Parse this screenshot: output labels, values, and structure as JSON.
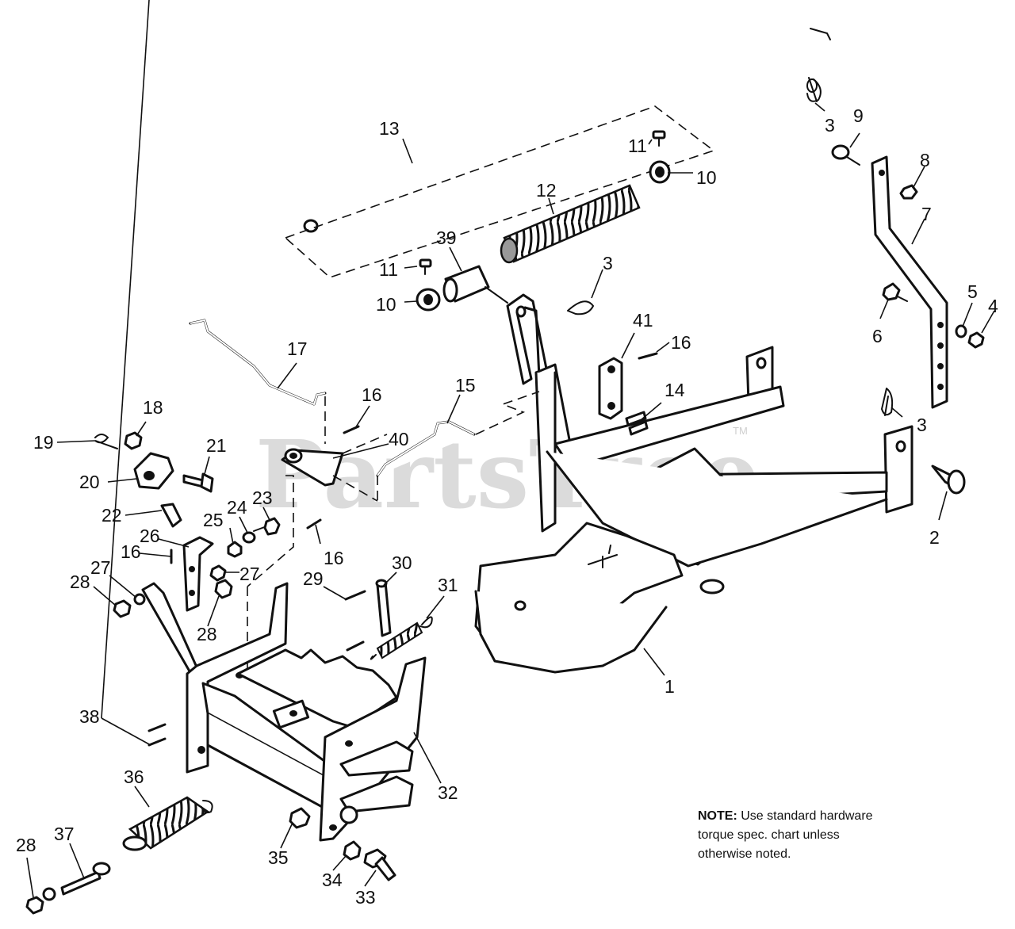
{
  "watermark": {
    "text": "PartsTree",
    "mark": "TM"
  },
  "note": {
    "label": "NOTE:",
    "line1": "Use standard hardware",
    "line2": "torque spec. chart unless",
    "line3": "otherwise noted."
  },
  "callouts": [
    {
      "id": "c1",
      "text": "1"
    },
    {
      "id": "c2",
      "text": "2"
    },
    {
      "id": "c3a",
      "text": "3"
    },
    {
      "id": "c3b",
      "text": "3"
    },
    {
      "id": "c3c",
      "text": "3"
    },
    {
      "id": "c4",
      "text": "4"
    },
    {
      "id": "c5",
      "text": "5"
    },
    {
      "id": "c6",
      "text": "6"
    },
    {
      "id": "c7",
      "text": "7"
    },
    {
      "id": "c8",
      "text": "8"
    },
    {
      "id": "c9",
      "text": "9"
    },
    {
      "id": "c10a",
      "text": "10"
    },
    {
      "id": "c10b",
      "text": "10"
    },
    {
      "id": "c11a",
      "text": "11"
    },
    {
      "id": "c11b",
      "text": "11"
    },
    {
      "id": "c12",
      "text": "12"
    },
    {
      "id": "c13",
      "text": "13"
    },
    {
      "id": "c14",
      "text": "14"
    },
    {
      "id": "c15",
      "text": "15"
    },
    {
      "id": "c16a",
      "text": "16"
    },
    {
      "id": "c16b",
      "text": "16"
    },
    {
      "id": "c16c",
      "text": "16"
    },
    {
      "id": "c16d",
      "text": "16"
    },
    {
      "id": "c17",
      "text": "17"
    },
    {
      "id": "c18",
      "text": "18"
    },
    {
      "id": "c19",
      "text": "19"
    },
    {
      "id": "c20",
      "text": "20"
    },
    {
      "id": "c21",
      "text": "21"
    },
    {
      "id": "c22",
      "text": "22"
    },
    {
      "id": "c23",
      "text": "23"
    },
    {
      "id": "c24",
      "text": "24"
    },
    {
      "id": "c25",
      "text": "25"
    },
    {
      "id": "c26",
      "text": "26"
    },
    {
      "id": "c27a",
      "text": "27"
    },
    {
      "id": "c27b",
      "text": "27"
    },
    {
      "id": "c28a",
      "text": "28"
    },
    {
      "id": "c28b",
      "text": "28"
    },
    {
      "id": "c28c",
      "text": "28"
    },
    {
      "id": "c29",
      "text": "29"
    },
    {
      "id": "c30",
      "text": "30"
    },
    {
      "id": "c31",
      "text": "31"
    },
    {
      "id": "c32",
      "text": "32"
    },
    {
      "id": "c33",
      "text": "33"
    },
    {
      "id": "c34",
      "text": "34"
    },
    {
      "id": "c35",
      "text": "35"
    },
    {
      "id": "c36",
      "text": "36"
    },
    {
      "id": "c37",
      "text": "37"
    },
    {
      "id": "c38",
      "text": "38"
    },
    {
      "id": "c39",
      "text": "39"
    },
    {
      "id": "c40",
      "text": "40"
    },
    {
      "id": "c41",
      "text": "41"
    }
  ]
}
